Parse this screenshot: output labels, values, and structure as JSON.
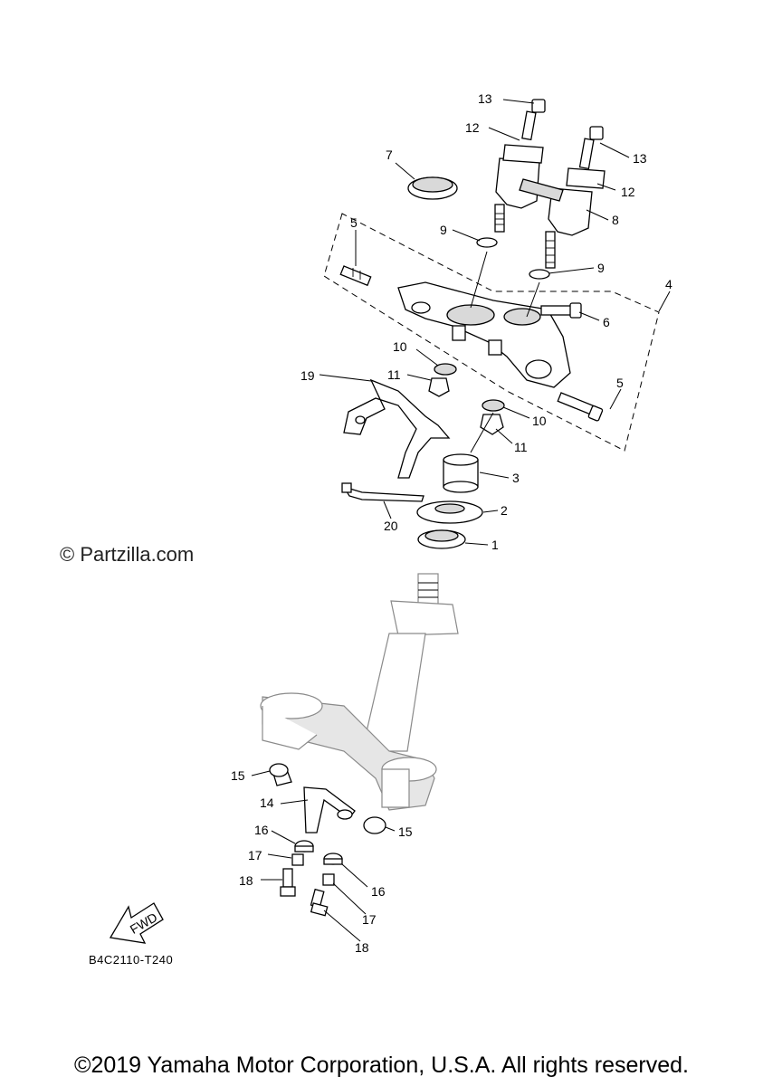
{
  "watermark": "© Partzilla.com",
  "diagram_code": "B4C2110-T240",
  "copyright": "©2019 Yamaha Motor Corporation, U.S.A. All rights reserved.",
  "fwd_label": "FWD",
  "callouts": {
    "c1": "1",
    "c2": "2",
    "c3": "3",
    "c4": "4",
    "c5a": "5",
    "c5b": "5",
    "c6": "6",
    "c7": "7",
    "c8": "8",
    "c9a": "9",
    "c9b": "9",
    "c10a": "10",
    "c10b": "10",
    "c11a": "11",
    "c11b": "11",
    "c12a": "12",
    "c12b": "12",
    "c13a": "13",
    "c13b": "13",
    "c14": "14",
    "c15a": "15",
    "c15b": "15",
    "c16a": "16",
    "c16b": "16",
    "c17a": "17",
    "c17b": "17",
    "c18a": "18",
    "c18b": "18",
    "c19": "19",
    "c20": "20"
  }
}
